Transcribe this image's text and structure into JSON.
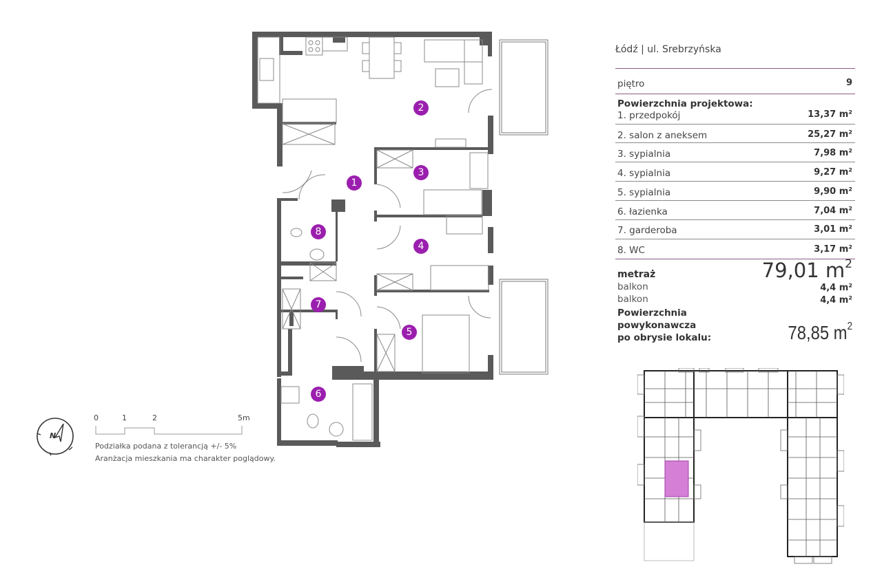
{
  "header": {
    "location": "Łódź | ul. Srebrzyńska"
  },
  "floor": {
    "label": "piętro",
    "value": "9"
  },
  "design_area": {
    "title": "Powierzchnia projektowa:",
    "rooms": [
      {
        "label": "1. przedpokój",
        "value": "13,37 m²"
      },
      {
        "label": "2. salon z aneksem",
        "value": "25,27 m²"
      },
      {
        "label": "3. sypialnia",
        "value": "7,98 m²"
      },
      {
        "label": "4. sypialnia",
        "value": "9,27 m²"
      },
      {
        "label": "5. sypialnia",
        "value": "9,90 m²"
      },
      {
        "label": "6. łazienka",
        "value": "7,04 m²"
      },
      {
        "label": "7. garderoba",
        "value": "3,01 m²"
      },
      {
        "label": "8. WC",
        "value": "3,17 m²"
      }
    ]
  },
  "totals": {
    "area_label": "metraż",
    "area_value": "79,01 m",
    "area_unit_sup": "2",
    "balconies": [
      {
        "label": "balkon",
        "value": "4,4 m²"
      },
      {
        "label": "balkon",
        "value": "4,4 m²"
      }
    ],
    "as_built_label_lines": [
      "Powierzchnia",
      "powykonawcza",
      "po obrysie lokalu:"
    ],
    "as_built_value": "78,85 m",
    "as_built_unit_sup": "2"
  },
  "plan": {
    "room_markers": [
      "1",
      "2",
      "3",
      "4",
      "5",
      "6",
      "7",
      "8"
    ],
    "marker_color": "#9b1fae",
    "wall_color": "#5a5a5a"
  },
  "scale": {
    "ticks": [
      "0",
      "1",
      "2",
      "5m"
    ],
    "compass_label": "N"
  },
  "notes": {
    "line1": "Podziałka podana z tolerancją +/- 5%",
    "line2": "Aranżacja mieszkania ma charakter poglądowy."
  },
  "keyplan": {
    "highlight_color": "#d57fd6"
  }
}
